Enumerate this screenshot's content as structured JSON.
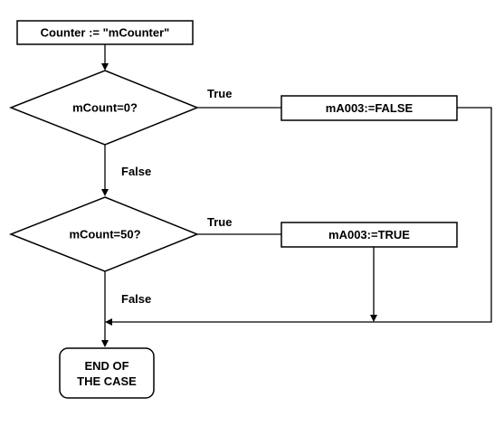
{
  "nodes": {
    "assign": "Counter := \"mCounter\"",
    "decision1": "mCount=0?",
    "decision2": "mCount=50?",
    "action1": "mA003:=FALSE",
    "action2": "mA003:=TRUE",
    "end_line1": "END OF",
    "end_line2": "THE CASE"
  },
  "edges": {
    "d1_true": "True",
    "d1_false": "False",
    "d2_true": "True",
    "d2_false": "False"
  }
}
